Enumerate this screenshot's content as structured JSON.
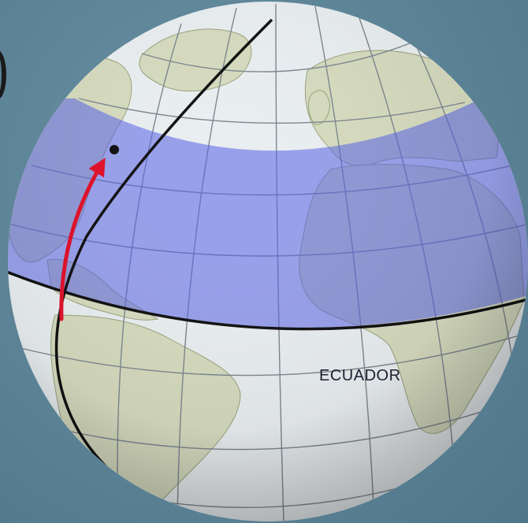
{
  "labels": {
    "equator": "ECUADOR"
  },
  "colors": {
    "background": "#5e8497",
    "ocean": "#e9eef0",
    "land": "#d6dbbf",
    "band": "#5561e6",
    "graticule": "#7d8790",
    "equator_line": "#111111",
    "meridian_line": "#111111",
    "arrow": "#e0102a"
  },
  "icons": {
    "arrow": "red-arrow",
    "point": "black-dot"
  }
}
